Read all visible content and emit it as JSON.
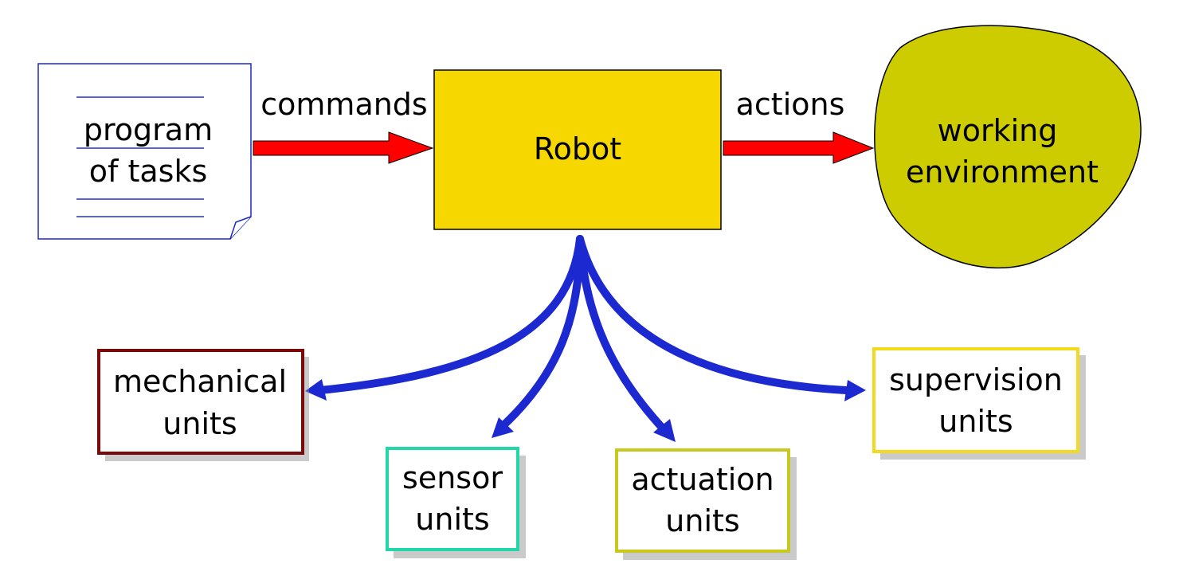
{
  "colors": {
    "program_border": "#1a28c8",
    "program_line": "#2430c8",
    "robot_fill": "#f6d800",
    "robot_border": "#000000",
    "environment_fill": "#cccc00",
    "environment_border": "#000000",
    "flow_arrow_fill": "#ff0000",
    "flow_arrow_border": "#000000",
    "branch_arrow": "#1c28d0",
    "mechanical_border": "#7a0a0a",
    "sensor_border": "#22d8a8",
    "actuation_border": "#c8c81e",
    "supervision_border": "#f2da1e",
    "shadow": "#8a8a8a"
  },
  "program": {
    "line1": "program",
    "line2": "of tasks"
  },
  "commands_label": "commands",
  "robot_label": "Robot",
  "actions_label": "actions",
  "environment": {
    "line1": "working",
    "line2": "environment"
  },
  "units": {
    "mechanical": {
      "line1": "mechanical",
      "line2": "units"
    },
    "sensor": {
      "line1": "sensor",
      "line2": "units"
    },
    "actuation": {
      "line1": "actuation",
      "line2": "units"
    },
    "supervision": {
      "line1": "supervision",
      "line2": "units"
    }
  }
}
